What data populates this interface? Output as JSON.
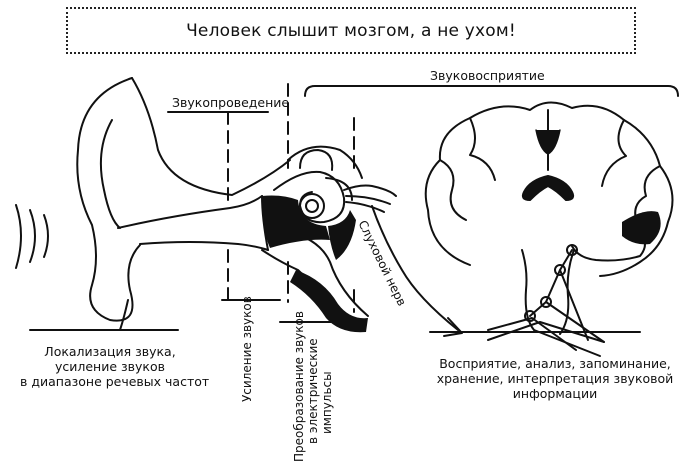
{
  "title": "Человек слышит мозгом, а не ухом!",
  "labels": {
    "sound_conduction": "Звукопроведение",
    "sound_perception": "Звуковосприятие",
    "auditory_nerve": "Слуховой нерв",
    "localization": [
      "Локализация звука,",
      "усиление звуков",
      "в диапазоне речевых частот"
    ],
    "amplification": "Усиление звуков",
    "conversion": [
      "Преобразование звуков",
      "в электрические",
      "импульсы"
    ],
    "perception": [
      "Восприятие, анализ, запоминание,",
      "хранение, интерпретация звуковой",
      "информации"
    ]
  }
}
